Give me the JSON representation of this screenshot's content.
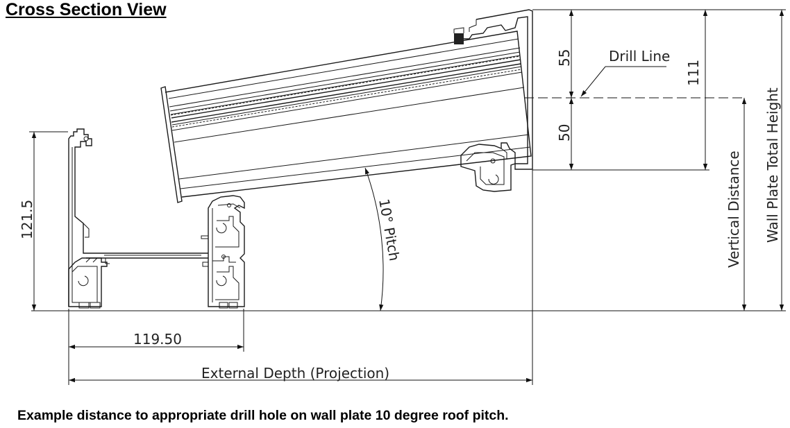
{
  "title": "Cross Section View",
  "caption": "Example distance to appropriate drill hole on wall plate 10 degree roof pitch.",
  "labels": {
    "drill_line": "Drill Line",
    "dim_55": "55",
    "dim_50": "50",
    "dim_111": "111",
    "dim_121_5": "121.5",
    "dim_119_50": "119.50",
    "external_depth": "External Depth (Projection)",
    "pitch": "10° Pitch",
    "vertical_distance": "Vertical Distance",
    "wall_plate_height": "Wall Plate Total Height"
  }
}
